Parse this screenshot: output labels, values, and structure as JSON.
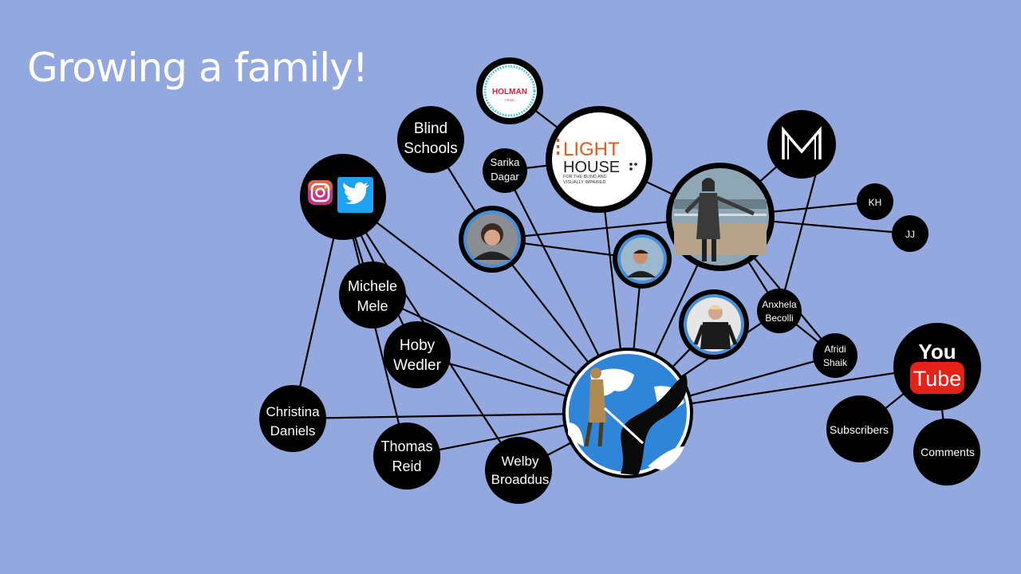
{
  "title": "Growing a family!",
  "colors": {
    "background": "#93a8df",
    "node_fill": "#000000",
    "photo_ring": "#4a8fd6",
    "holman_ring": "#4fc9c9",
    "holman_text": "#d6203c",
    "lighthouse_orange": "#e05a1c",
    "youtube_red": "#e62117",
    "instagram": "#c13584",
    "twitter": "#1da1f2"
  },
  "nodes": {
    "holman": {
      "text": "HOLMAN",
      "sub": "PRIZE"
    },
    "lighthouse": {
      "line1": "LIGHT",
      "line2": "HOUSE",
      "tagline1": "FOR THE BLIND AND",
      "tagline2": "VISUALLY IMPAIRED"
    },
    "m_logo": {
      "letter": "M"
    },
    "social": {
      "instagram": "instagram",
      "twitter": "twitter"
    },
    "youtube": {
      "you": "You",
      "tube": "Tube"
    },
    "blind_schools": {
      "line1": "Blind",
      "line2": "Schools"
    },
    "sarika": {
      "line1": "Sarika",
      "line2": "Dagar"
    },
    "kh": {
      "line1": "KH"
    },
    "jj": {
      "line1": "JJ"
    },
    "michele": {
      "line1": "Michele",
      "line2": "Mele"
    },
    "hoby": {
      "line1": "Hoby",
      "line2": "Wedler"
    },
    "christina": {
      "line1": "Christina",
      "line2": "Daniels"
    },
    "thomas": {
      "line1": "Thomas",
      "line2": "Reid"
    },
    "welby": {
      "line1": "Welby",
      "line2": "Broaddus"
    },
    "anxhela": {
      "line1": "Anxhela",
      "line2": "Becolli"
    },
    "afridi": {
      "line1": "Afridi",
      "line2": "Shaik"
    },
    "subscribers": {
      "line1": "Subscribers"
    },
    "comments": {
      "line1": "Comments"
    }
  }
}
